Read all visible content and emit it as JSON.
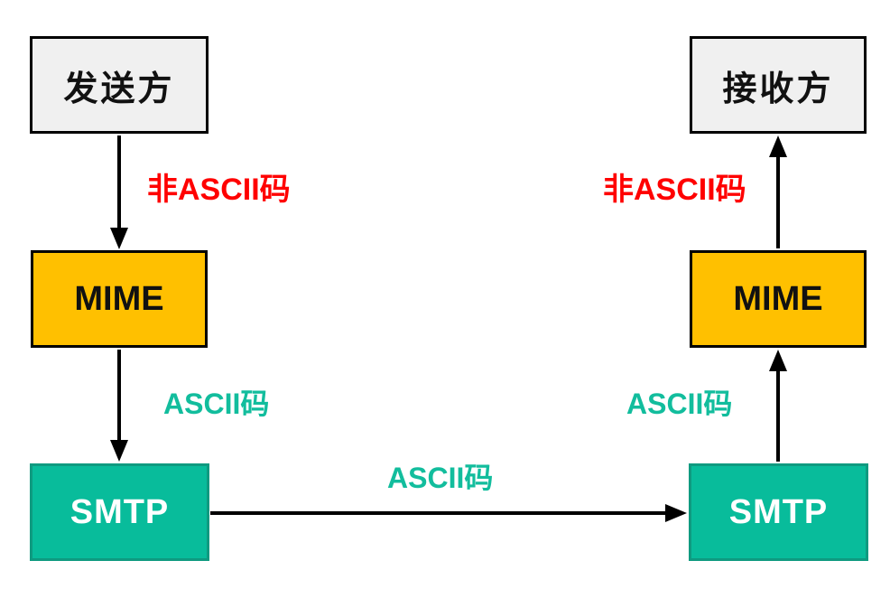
{
  "colors": {
    "background": "#ffffff",
    "endpoint_fill": "#f0f0f0",
    "endpoint_border": "#000000",
    "mime_fill": "#ffc000",
    "mime_border": "#000000",
    "smtp_fill": "#08bc9b",
    "smtp_border": "#0f9a80",
    "smtp_text": "#ffffff",
    "arrow_color": "#000000",
    "non_ascii_color": "#ff0000",
    "ascii_color": "#12bd9d"
  },
  "nodes": {
    "sender": "发送方",
    "receiver": "接收方",
    "mime_left": "MIME",
    "mime_right": "MIME",
    "smtp_left": "SMTP",
    "smtp_right": "SMTP"
  },
  "edge_labels": {
    "sender_to_mime": "非ASCII码",
    "mime_to_smtp_left": "ASCII码",
    "smtp_to_smtp": "ASCII码",
    "smtp_to_mime_right": "ASCII码",
    "mime_to_receiver": "非ASCII码"
  }
}
